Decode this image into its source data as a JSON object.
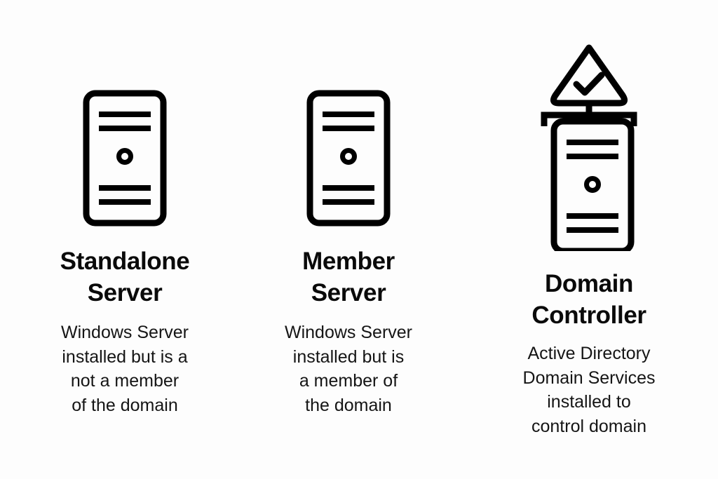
{
  "page": {
    "title": "Windows Server Roles Comparison Diagram",
    "background_color": "#fdfdfd",
    "stroke_color": "#000000",
    "text_color": "#0b0b0b"
  },
  "columns": [
    {
      "id": "standalone",
      "icon_name": "server-tower-icon",
      "heading": "Standalone\nServer",
      "description": "Windows Server\ninstalled but is a\nnot a member\nof the domain"
    },
    {
      "id": "member",
      "icon_name": "server-tower-icon",
      "heading": "Member\nServer",
      "description": "Windows Server\ninstalled but is\na member of\nthe domain"
    },
    {
      "id": "domain-controller",
      "icon_name": "domain-controller-server-icon",
      "badge_icon_name": "triangle-check-icon",
      "bracket_icon_name": "network-bracket-icon",
      "heading": "Domain\nController",
      "description": "Active Directory\nDomain Services\ninstalled to\ncontrol domain"
    }
  ]
}
